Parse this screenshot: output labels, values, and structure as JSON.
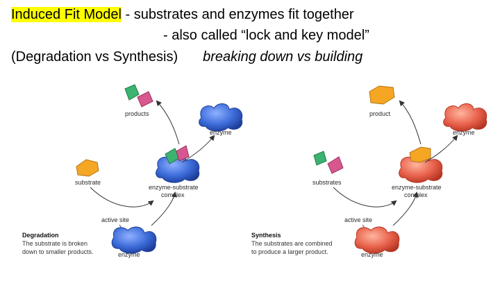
{
  "heading": {
    "highlight": "Induced Fit Model",
    "rest": " - substrates and enzymes fit together",
    "line2": "- also called “lock and key model”",
    "line3_left": "(Degradation vs Synthesis)",
    "line3_right": "breaking down vs building"
  },
  "colors": {
    "highlight": "#ffff00",
    "enzyme_blue": "#3a6ad8",
    "enzyme_red": "#e8604a",
    "substrate_orange": "#f5a623",
    "product_green": "#3cb371",
    "product_pink": "#d8578f"
  },
  "degradation": {
    "products": "products",
    "enzyme_top": "enzyme",
    "substrate": "substrate",
    "complex_line1": "enzyme-substrate",
    "complex_line2": "complex",
    "active_site": "active site",
    "enzyme_bottom": "enzyme",
    "caption_title": "Degradation",
    "caption_line1": "The substrate is broken",
    "caption_line2": "down to smaller products."
  },
  "synthesis": {
    "product": "product",
    "enzyme_top": "enzyme",
    "substrates": "substrates",
    "complex_line1": "enzyme-substrate",
    "complex_line2": "complex",
    "active_site": "active site",
    "enzyme_bottom": "enzyme",
    "caption_title": "Synthesis",
    "caption_line1": "The substrates are combined",
    "caption_line2": "to produce a larger product."
  }
}
